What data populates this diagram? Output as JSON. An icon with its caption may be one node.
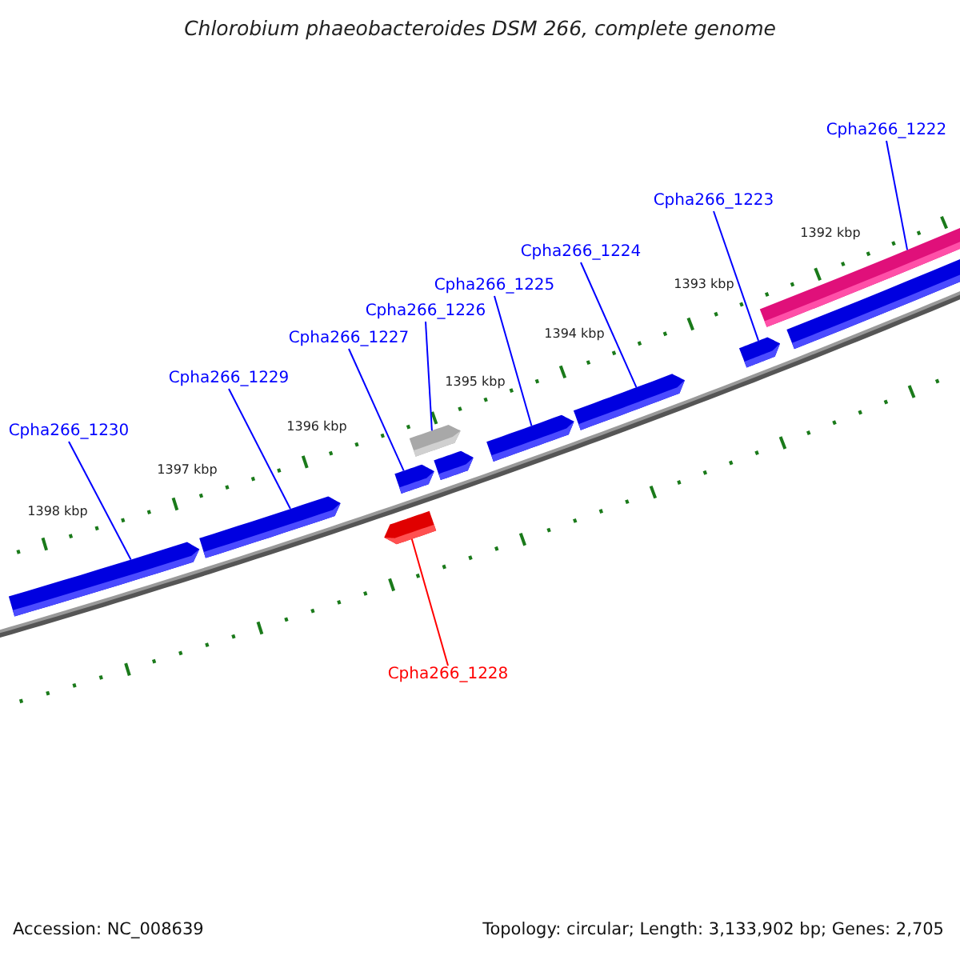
{
  "diagram": {
    "title": "Chlorobium phaeobacteroides DSM 266, complete genome",
    "nodes": [
      {
        "text": [
          "Cpha266_1222"
        ]
      },
      {
        "text": [
          "Cpha266_1223"
        ]
      },
      {
        "text": [
          "Cpha266_1224"
        ]
      },
      {
        "text": [
          "Cpha266_1225"
        ]
      },
      {
        "text": [
          "Cpha266_1226"
        ]
      },
      {
        "text": [
          "Cpha266_1227"
        ]
      },
      {
        "text": [
          "Cpha266_1229"
        ]
      },
      {
        "text": [
          "Cpha266_1230"
        ]
      },
      {
        "text": [
          "Cpha266_1228"
        ]
      },
      {
        "text": [],
        "shape": "bar"
      },
      {
        "text": [],
        "shape": "bar"
      },
      {
        "text": [],
        "shape": "bar"
      },
      {
        "text": [],
        "shape": "bar"
      },
      {
        "text": [],
        "shape": "bar"
      },
      {
        "text": [],
        "shape": "bar"
      },
      {
        "text": [],
        "shape": "bar"
      },
      {
        "text": [],
        "shape": "bar"
      },
      {
        "text": [],
        "shape": "bar"
      },
      {
        "text": [],
        "shape": "bar"
      },
      {
        "text": [],
        "shape": "bar"
      }
    ],
    "edges": [
      {
        "from": 0,
        "to": 19,
        "arrow": "none"
      },
      {
        "from": 1,
        "to": 17,
        "arrow": "none"
      },
      {
        "from": 2,
        "to": 16,
        "arrow": "none"
      },
      {
        "from": 3,
        "to": 15,
        "arrow": "none"
      },
      {
        "from": 4,
        "to": 14,
        "arrow": "none"
      },
      {
        "from": 5,
        "to": 12,
        "arrow": "none"
      },
      {
        "from": 6,
        "to": 10,
        "arrow": "none"
      },
      {
        "from": 7,
        "to": 9,
        "arrow": "none"
      },
      {
        "from": 8,
        "to": 11,
        "arrow": "none",
        "color": "#ff0000"
      }
    ],
    "labels": [
      "1392 kbp",
      "1393 kbp",
      "1394 kbp",
      "1395 kbp",
      "1396 kbp",
      "1397 kbp",
      "1398 kbp",
      "Accession: NC_008639",
      "Topology: circular; Length: 3,133,902 bp; Genes: 2,705"
    ]
  }
}
